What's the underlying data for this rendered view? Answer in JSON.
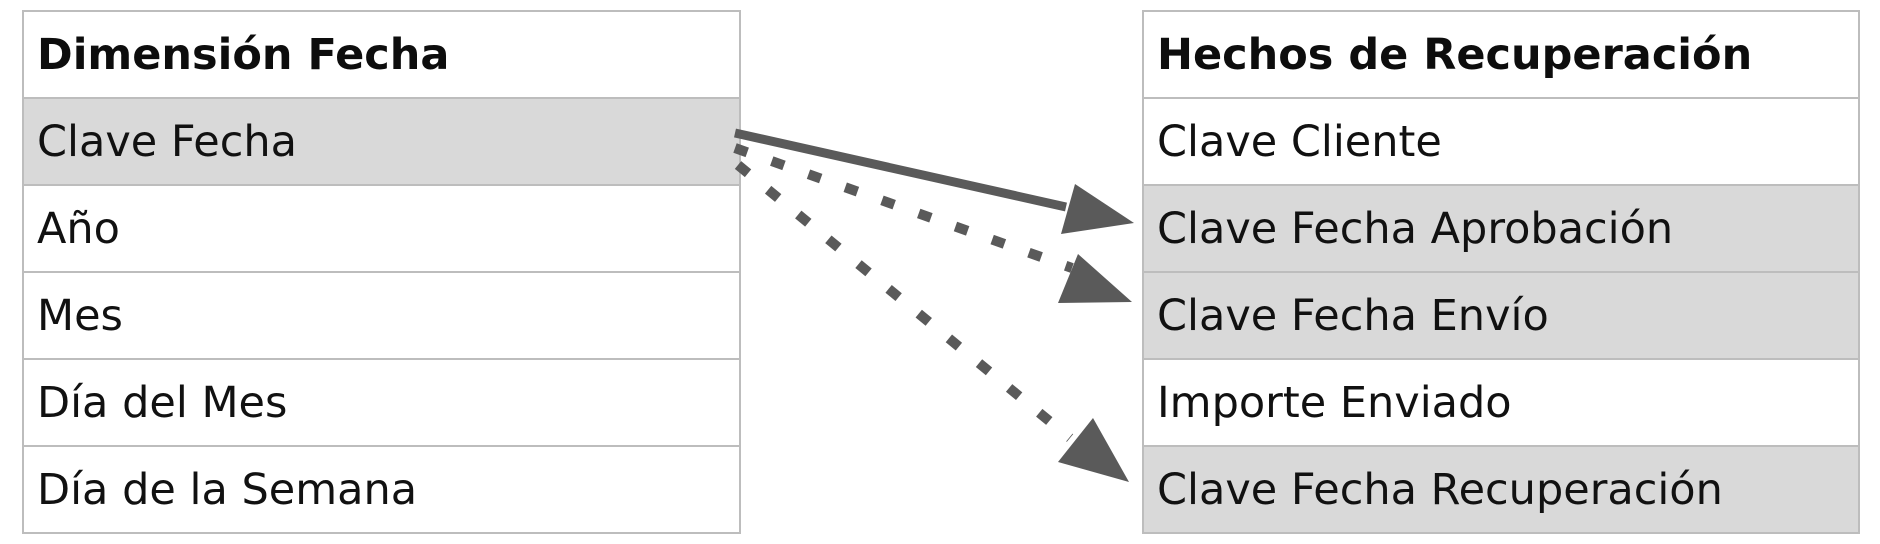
{
  "left_table": {
    "title": "Dimensión Fecha",
    "rows": [
      {
        "label": "Clave Fecha",
        "highlighted": true
      },
      {
        "label": "Año",
        "highlighted": false
      },
      {
        "label": "Mes",
        "highlighted": false
      },
      {
        "label": "Día del Mes",
        "highlighted": false
      },
      {
        "label": "Día de la Semana",
        "highlighted": false
      }
    ]
  },
  "right_table": {
    "title": "Hechos de Recuperación",
    "rows": [
      {
        "label": "Clave Cliente",
        "highlighted": false
      },
      {
        "label": "Clave Fecha Aprobación",
        "highlighted": true
      },
      {
        "label": "Clave Fecha Envío",
        "highlighted": true
      },
      {
        "label": "Importe Enviado",
        "highlighted": false
      },
      {
        "label": "Clave Fecha Recuperación",
        "highlighted": true
      }
    ]
  },
  "relationships": [
    {
      "from": "Clave Fecha",
      "to": "Clave Fecha Aprobación",
      "style": "solid"
    },
    {
      "from": "Clave Fecha",
      "to": "Clave Fecha Envío",
      "style": "dotted"
    },
    {
      "from": "Clave Fecha",
      "to": "Clave Fecha Recuperación",
      "style": "dotted"
    }
  ],
  "colors": {
    "highlight": "#d9d9d9",
    "border": "#bdbdbd",
    "connector": "#5a5a5a"
  }
}
